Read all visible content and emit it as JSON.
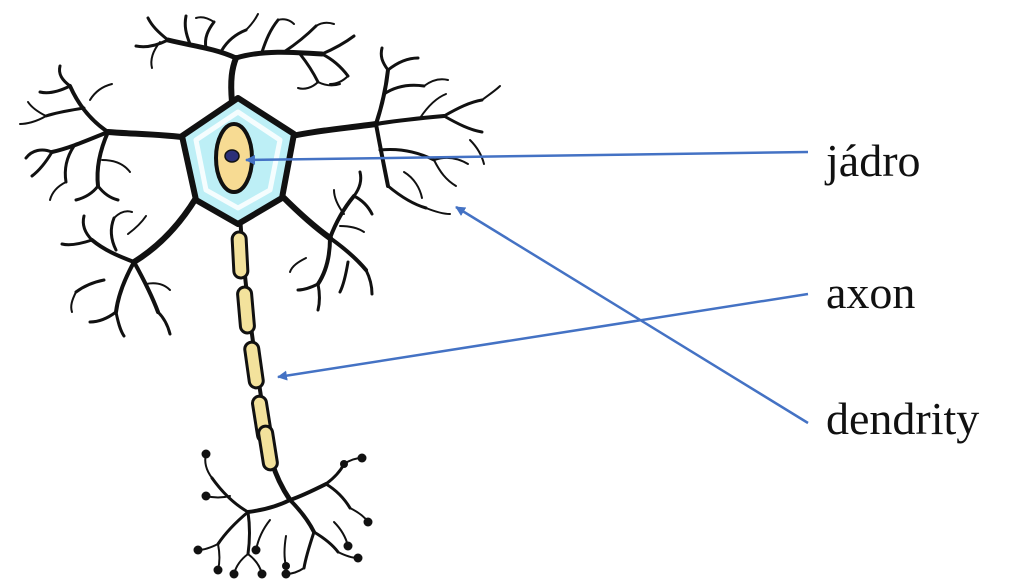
{
  "labels": {
    "nucleus": "jádro",
    "axon": "axon",
    "dendrites": "dendrity"
  },
  "colors": {
    "arrow": "#4472C4",
    "outline": "#111111",
    "cell_body": "#BDEFF6",
    "myelin": "#F3E29C",
    "nucleus": "#F7DB93",
    "nucleolus": "#2B2F78"
  }
}
